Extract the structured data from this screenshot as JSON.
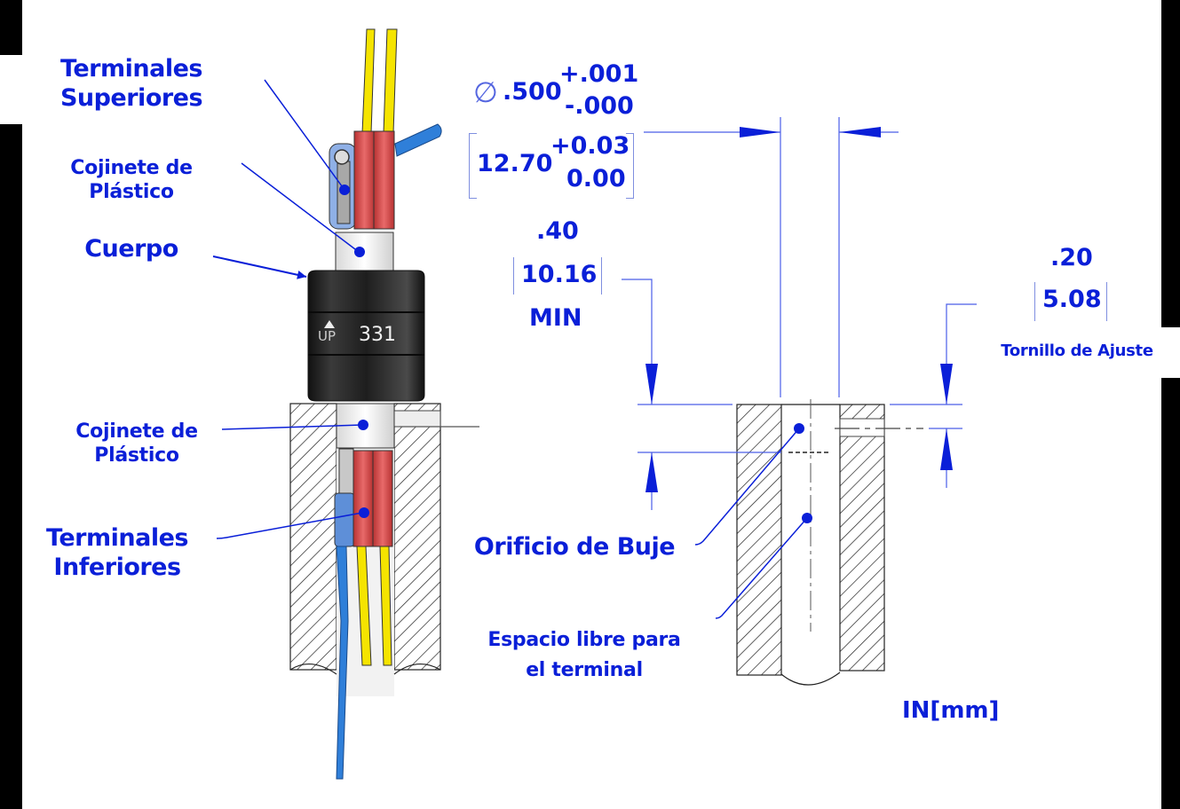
{
  "diagram": {
    "title": "Bushing installation dimensions",
    "colors": {
      "label_blue": "#0a1fd8",
      "dimension_line_blue": "#4a5ee8",
      "body_black": "#1c1c1c",
      "terminal_red": "#d24a4a",
      "wire_yellow": "#f5e400",
      "wire_blue": "#2f7fd9",
      "hatch": "#222222"
    },
    "callouts": {
      "upper_terminals": [
        "Terminales",
        "Superiores"
      ],
      "upper_bearing": [
        "Cojinete de",
        "Plástico"
      ],
      "body": "Cuerpo",
      "lower_bearing": [
        "Cojinete de",
        "Plástico"
      ],
      "lower_terminals": [
        "Terminales",
        "Inferiores"
      ],
      "bushing_hole": "Orificio de Buje",
      "terminal_clearance": [
        "Espacio libre para",
        "el terminal"
      ],
      "set_screw": "Tornillo de Ajuste"
    },
    "body_marking": {
      "up_label": "UP",
      "part_number": "331"
    },
    "dimensions": {
      "diameter": {
        "symbol": "∅",
        "inch_value": ".500",
        "inch_tol_plus": "+.001",
        "inch_tol_minus": "-.000",
        "mm_value": "12.70",
        "mm_tol_plus": "+0.03",
        "mm_tol_minus": "0.00"
      },
      "depth_min": {
        "inch_value": ".40",
        "mm_value": "10.16",
        "qualifier": "MIN"
      },
      "set_screw_depth": {
        "inch_value": ".20",
        "mm_value": "5.08"
      }
    },
    "units_label": "IN[mm]"
  }
}
